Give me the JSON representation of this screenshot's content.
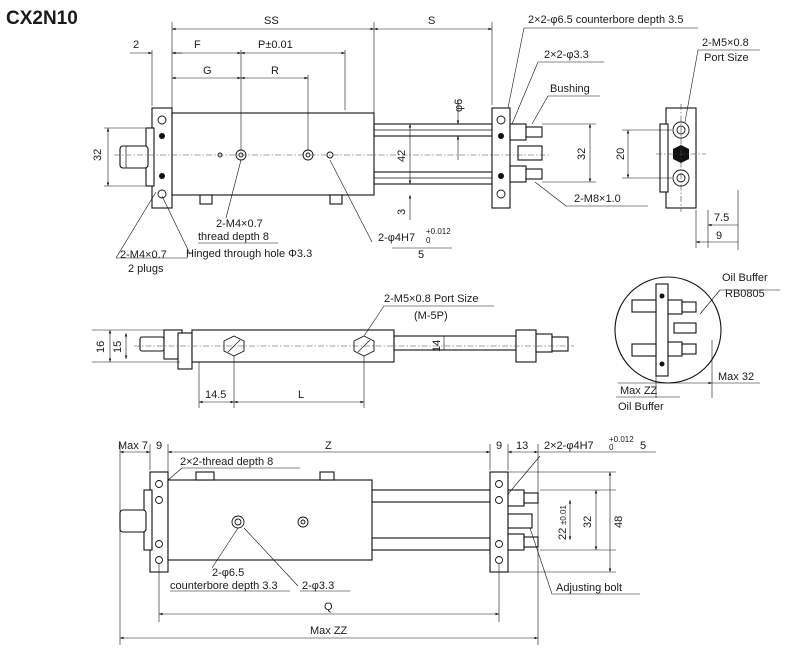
{
  "title": "CX2N10",
  "front": {
    "ss": "SS",
    "s": "S",
    "two": "2",
    "f": "F",
    "p_tol": "P±0.01",
    "g": "G",
    "r": "R",
    "d32": "32",
    "d42": "42",
    "d3": "3",
    "d6": "φ6",
    "d5": "5",
    "counterbore": "2×2-φ6.5 counterbore depth 3.5",
    "phi33": "2×2-φ3.3",
    "bushing": "Bushing",
    "m4_thread": "2-M4×0.7",
    "thread_depth": "thread depth 8",
    "phi4h7": "2-φ4H7",
    "tol_plus": "+0.012",
    "tol_zero": "0",
    "m4_plugs": "2-M4×0.7",
    "plugs": "2 plugs",
    "hinged": "Hinged through hole Φ3.3",
    "m8": "2-M8×1.0"
  },
  "side": {
    "m5": "2-M5×0.8",
    "port_size": "Port Size",
    "d20": "20",
    "d75": "7.5",
    "d9": "9",
    "d32": "32"
  },
  "top": {
    "m5_port": "2-M5×0.8 Port Size",
    "m5p": "(M-5P)",
    "d16": "16",
    "d15": "15",
    "d14": "14",
    "d145": "14.5",
    "l": "L"
  },
  "detail": {
    "oil_buffer": "Oil Buffer",
    "rb": "RB0805",
    "max_zz": "Max ZZ",
    "max32": "Max 32",
    "oil_buffer_bottom": "Oil Buffer"
  },
  "bottom": {
    "max7": "Max 7",
    "nine_a": "9",
    "z": "Z",
    "nine_b": "9",
    "thirteen": "13",
    "phi4h7": "2×2-φ4H7",
    "tol_plus": "+0.012",
    "tol_zero": "0",
    "five": "5",
    "thread": "2×2-thread depth 8",
    "phi65": "2-φ6.5",
    "cb33": "counterbore depth 3.3",
    "phi33": "2-φ3.3",
    "d22": "22",
    "d22tol": "±0.01",
    "d32": "32",
    "d48": "48",
    "adjusting": "Adjusting bolt",
    "q": "Q",
    "max_zz": "Max ZZ"
  }
}
